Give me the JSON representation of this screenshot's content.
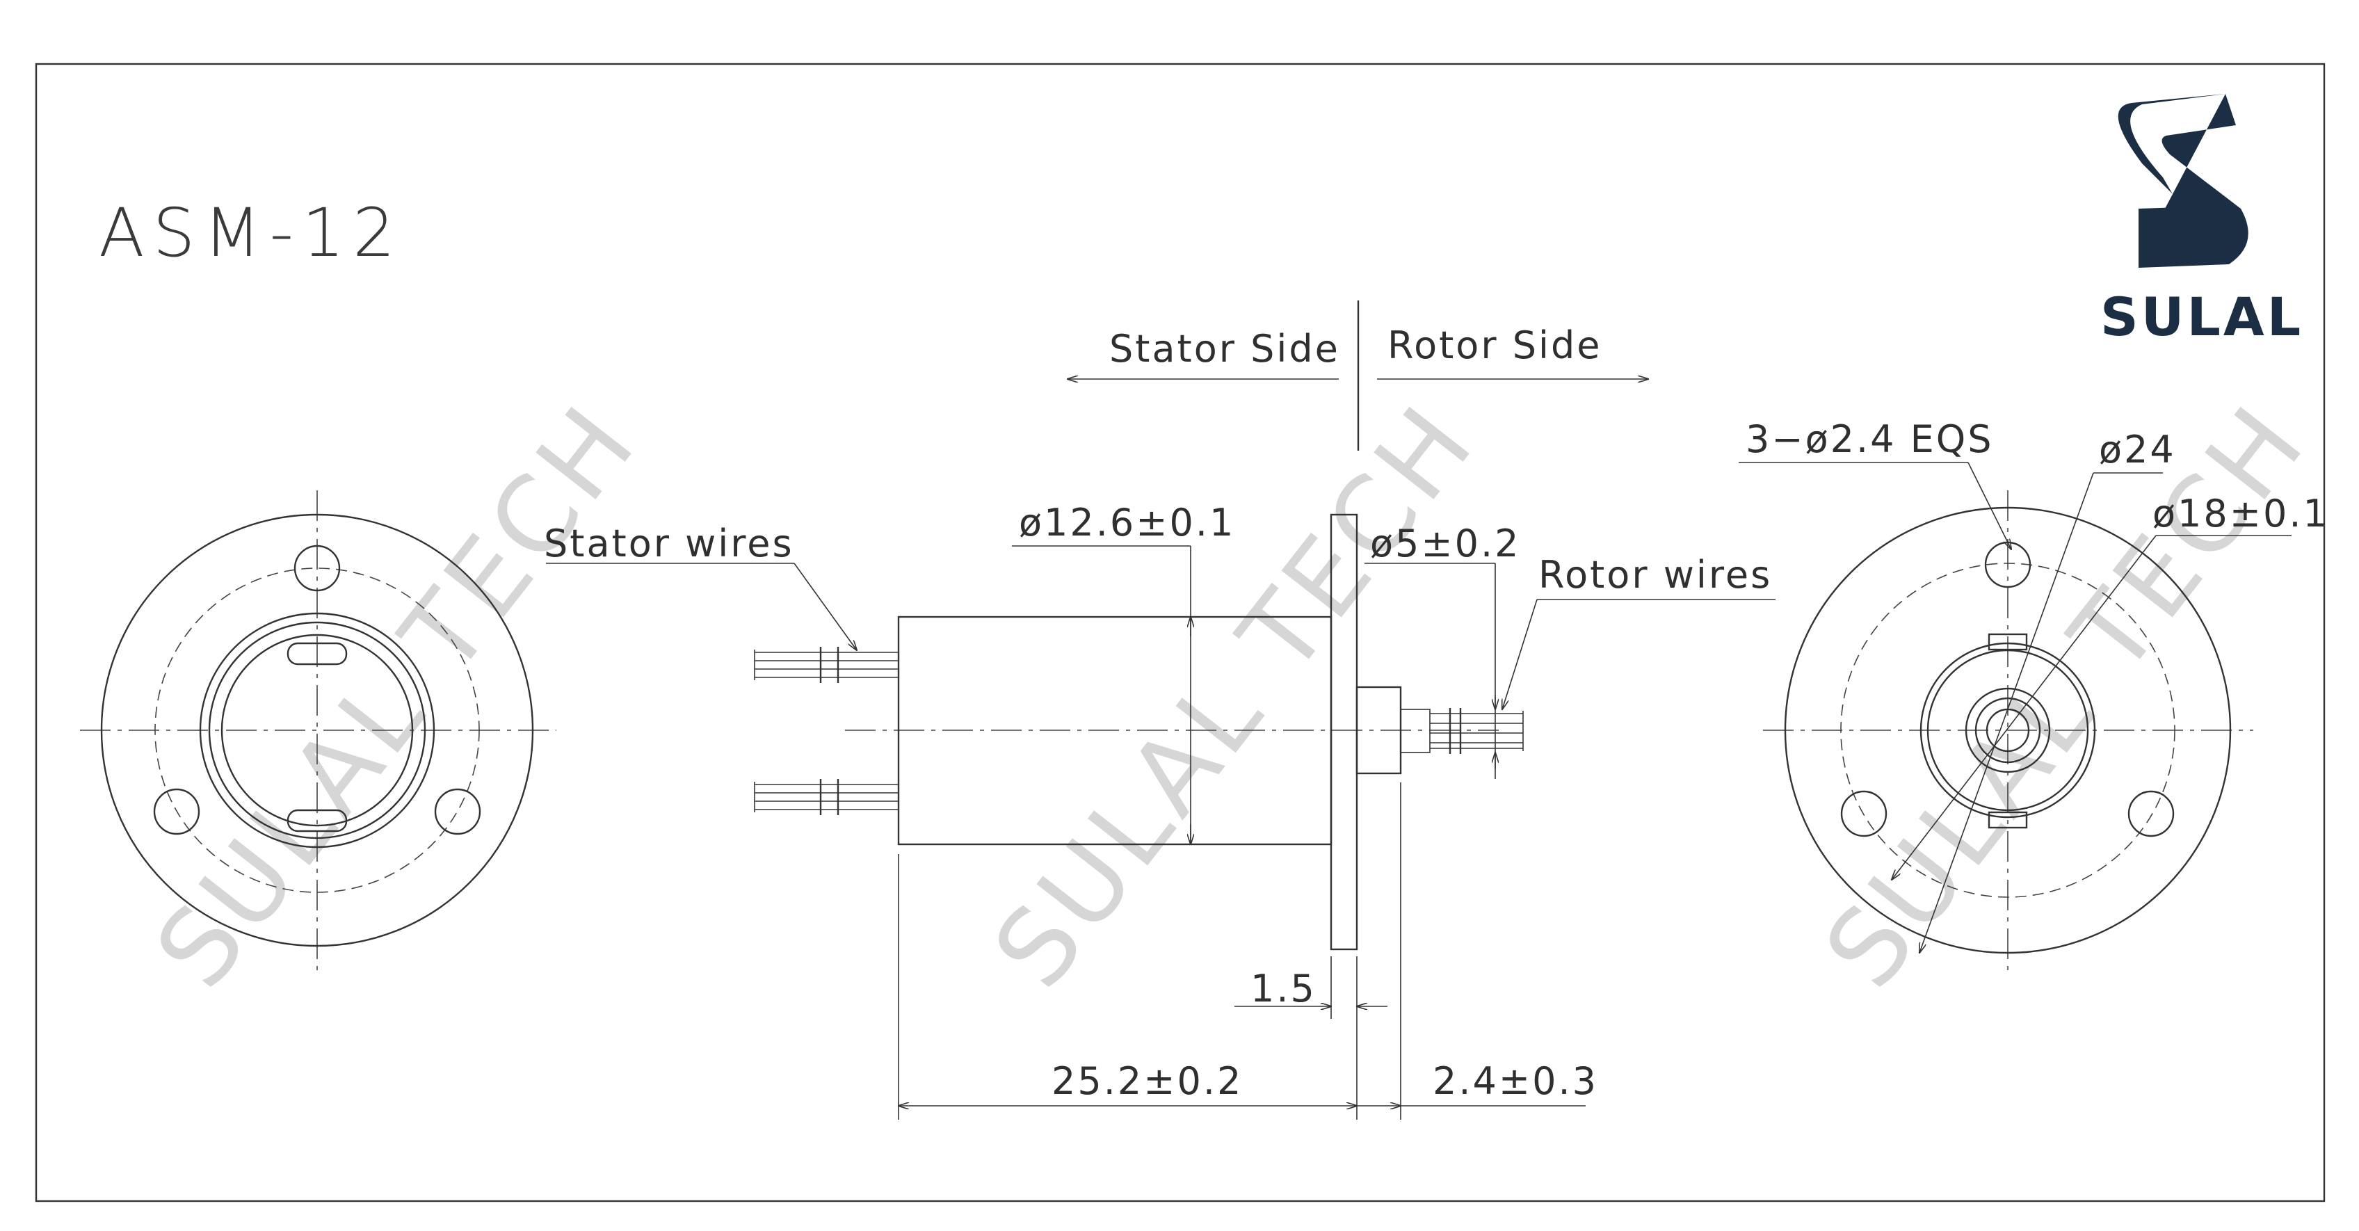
{
  "model": "ASM-12",
  "brand": {
    "name": "SULAL"
  },
  "watermark": "SULAL TECH",
  "sides": {
    "stator": "Stator Side",
    "rotor": "Rotor Side"
  },
  "labels": {
    "stator_wires": "Stator wires",
    "rotor_wires": "Rotor wires"
  },
  "dimensions": {
    "body_diameter": "ø12.6±0.1",
    "shaft_diameter": "ø5±0.2",
    "flange_thickness": "1.5",
    "body_length": "25.2±0.2",
    "shaft_length": "2.4±0.3",
    "mount_holes": "3−ø2.4 EQS",
    "flange_diameter": "ø24",
    "pcd_diameter": "ø18±0.1"
  },
  "colors": {
    "line": "#333333",
    "brand": "#1c2e44",
    "watermark": "#d6d6d6"
  }
}
